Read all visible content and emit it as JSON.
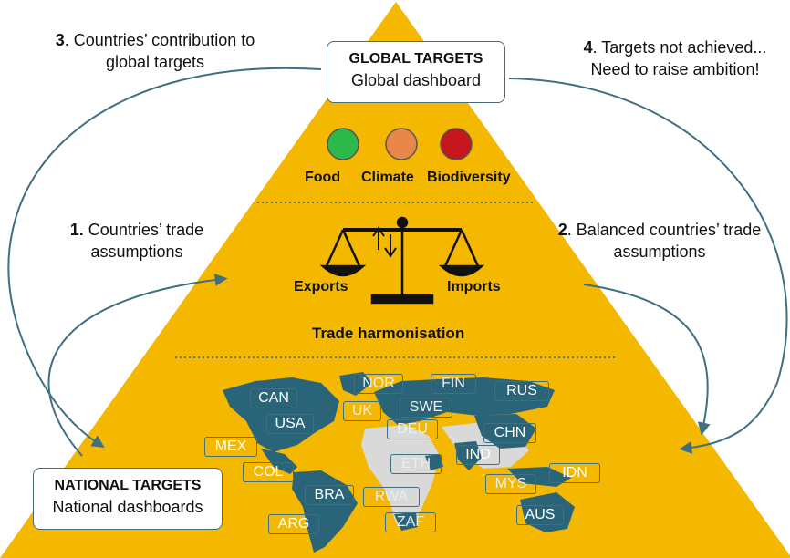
{
  "global_box": {
    "title": "GLOBAL TARGETS",
    "subtitle": "Global dashboard"
  },
  "national_box": {
    "title": "NATIONAL TARGETS",
    "subtitle": "National dashboards"
  },
  "steps": {
    "s1": {
      "num": "1.",
      "text": " Countries’ trade assumptions"
    },
    "s2": {
      "num": "2",
      "text": ". Balanced countries’ trade assumptions"
    },
    "s3": {
      "num": "3",
      "text": ". Countries’ contribution to global targets"
    },
    "s4": {
      "num": "4",
      "text": ". Targets not achieved... Need to raise ambition!"
    }
  },
  "indicators": [
    {
      "label": "Food",
      "color": "#2db84a"
    },
    {
      "label": "Climate",
      "color": "#e8874a"
    },
    {
      "label": "Biodiversity",
      "color": "#c4161c"
    }
  ],
  "trade": {
    "exports": "Exports",
    "imports": "Imports",
    "title": "Trade harmonisation"
  },
  "countries": [
    "CAN",
    "USA",
    "MEX",
    "COL",
    "BRA",
    "ARG",
    "NOR",
    "FIN",
    "UK",
    "SWE",
    "DEU",
    "RUS",
    "CHN",
    "IND",
    "ETH",
    "RWA",
    "ZAF",
    "MYS",
    "IDN",
    "AUS"
  ],
  "colors": {
    "pyramid": "#f5b800",
    "map_land": "#2a6478",
    "map_other": "#d9d9d9",
    "arrow": "#3f6f80"
  }
}
